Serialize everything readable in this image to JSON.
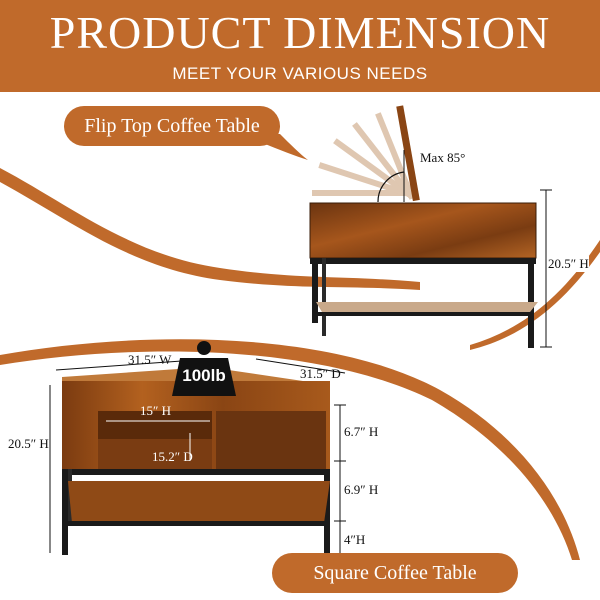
{
  "banner": {
    "title": "PRODUCT DIMENSION",
    "subtitle": "MEET YOUR VARIOUS NEEDS"
  },
  "flip_top": {
    "label": "Flip Top Coffee Table",
    "max_angle": "Max 85°",
    "height": "20.5″ H"
  },
  "square": {
    "label": "Square Coffee Table",
    "width": "31.5″ W",
    "depth": "31.5″ D",
    "height": "20.5″ H",
    "weight": "100lb",
    "inner_width": "15″ H",
    "inner_depth": "15.2″ D",
    "top_height": "6.7″ H",
    "mid_height": "6.9″ H",
    "bottom_height": "4″H"
  },
  "colors": {
    "accent": "#c06a2b",
    "wood": "#8a4514",
    "frame": "#1a1a1a"
  }
}
